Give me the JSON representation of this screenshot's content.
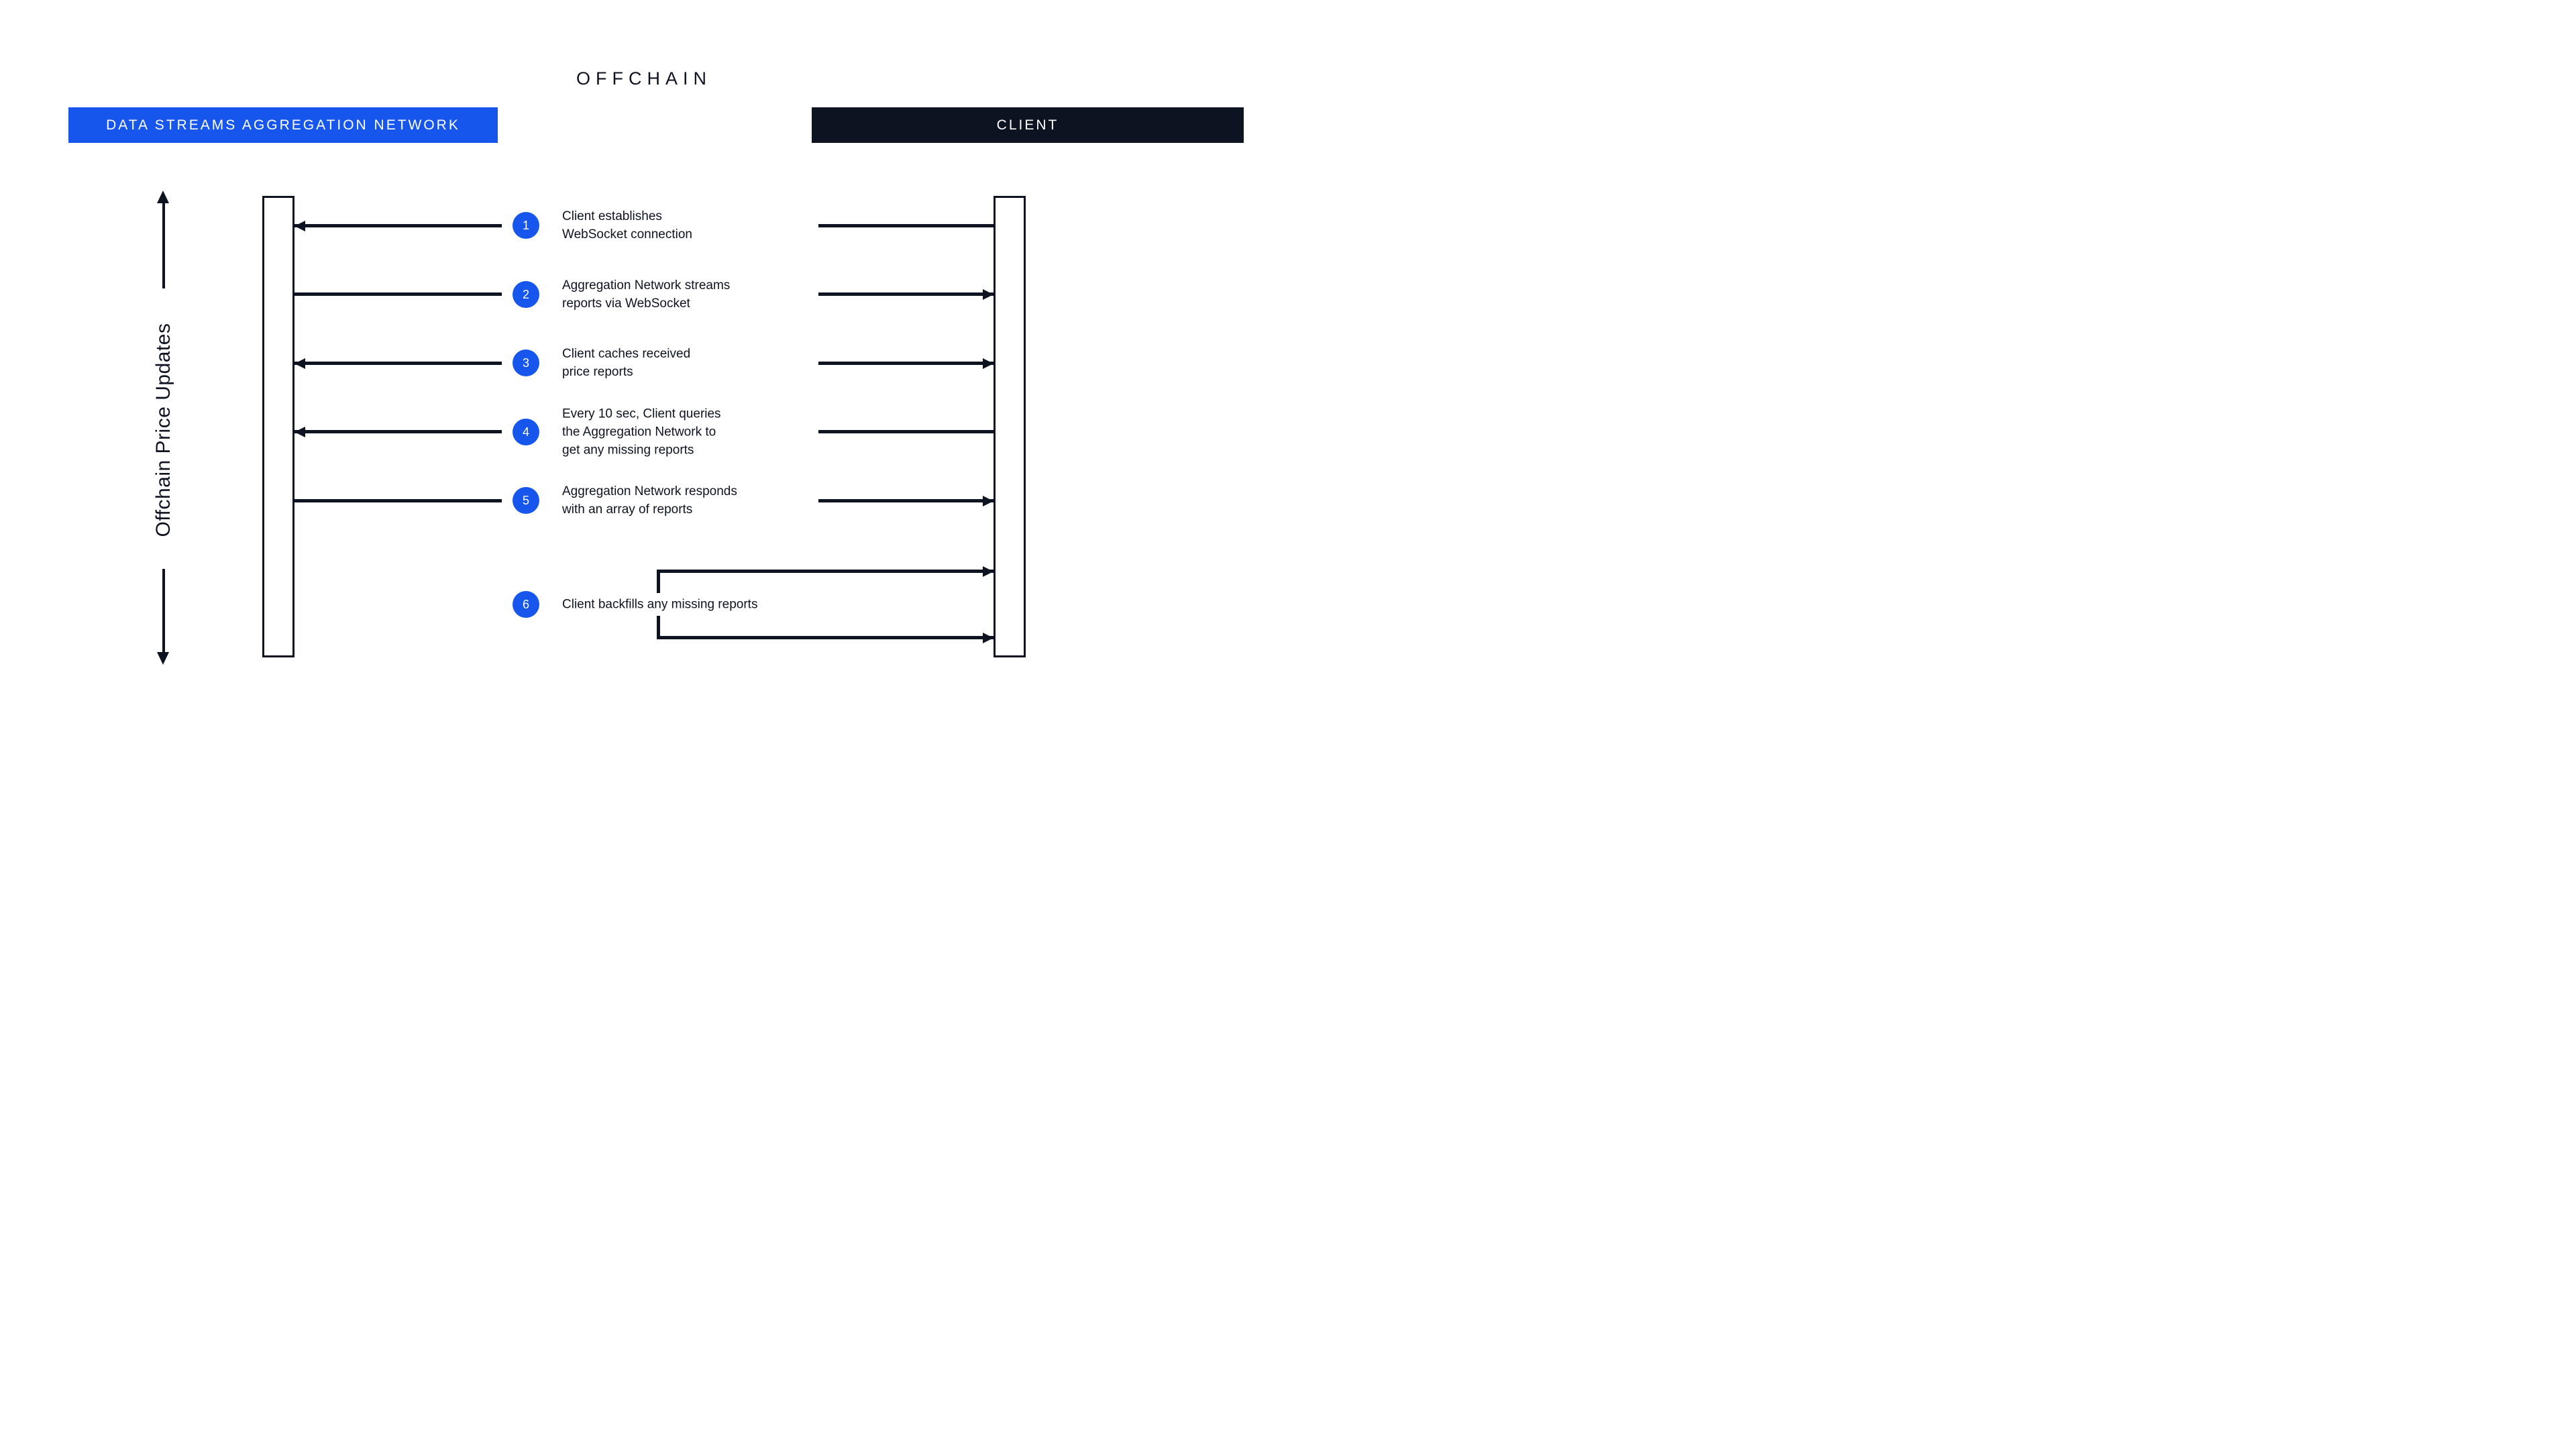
{
  "title": "OFFCHAIN",
  "actors": {
    "network": "DATA STREAMS AGGREGATION NETWORK",
    "client": "CLIENT"
  },
  "side_label": "Offchain Price Updates",
  "colors": {
    "accent_blue": "#1656EC",
    "ink": "#0E1322",
    "background": "#FFFFFF"
  },
  "steps": [
    {
      "num": "1",
      "text": "Client establishes\nWebSocket connection",
      "direction": "client-to-network"
    },
    {
      "num": "2",
      "text": "Aggregation Network streams\nreports via WebSocket",
      "direction": "network-to-client"
    },
    {
      "num": "3",
      "text": "Client caches received\nprice reports",
      "direction": "both-outward"
    },
    {
      "num": "4",
      "text": "Every 10 sec, Client queries\nthe Aggregation Network to\nget any missing reports",
      "direction": "client-to-network"
    },
    {
      "num": "5",
      "text": "Aggregation Network responds\nwith an array of reports",
      "direction": "network-to-client"
    },
    {
      "num": "6",
      "text": "Client backfills any missing reports",
      "direction": "double-into-client"
    }
  ]
}
